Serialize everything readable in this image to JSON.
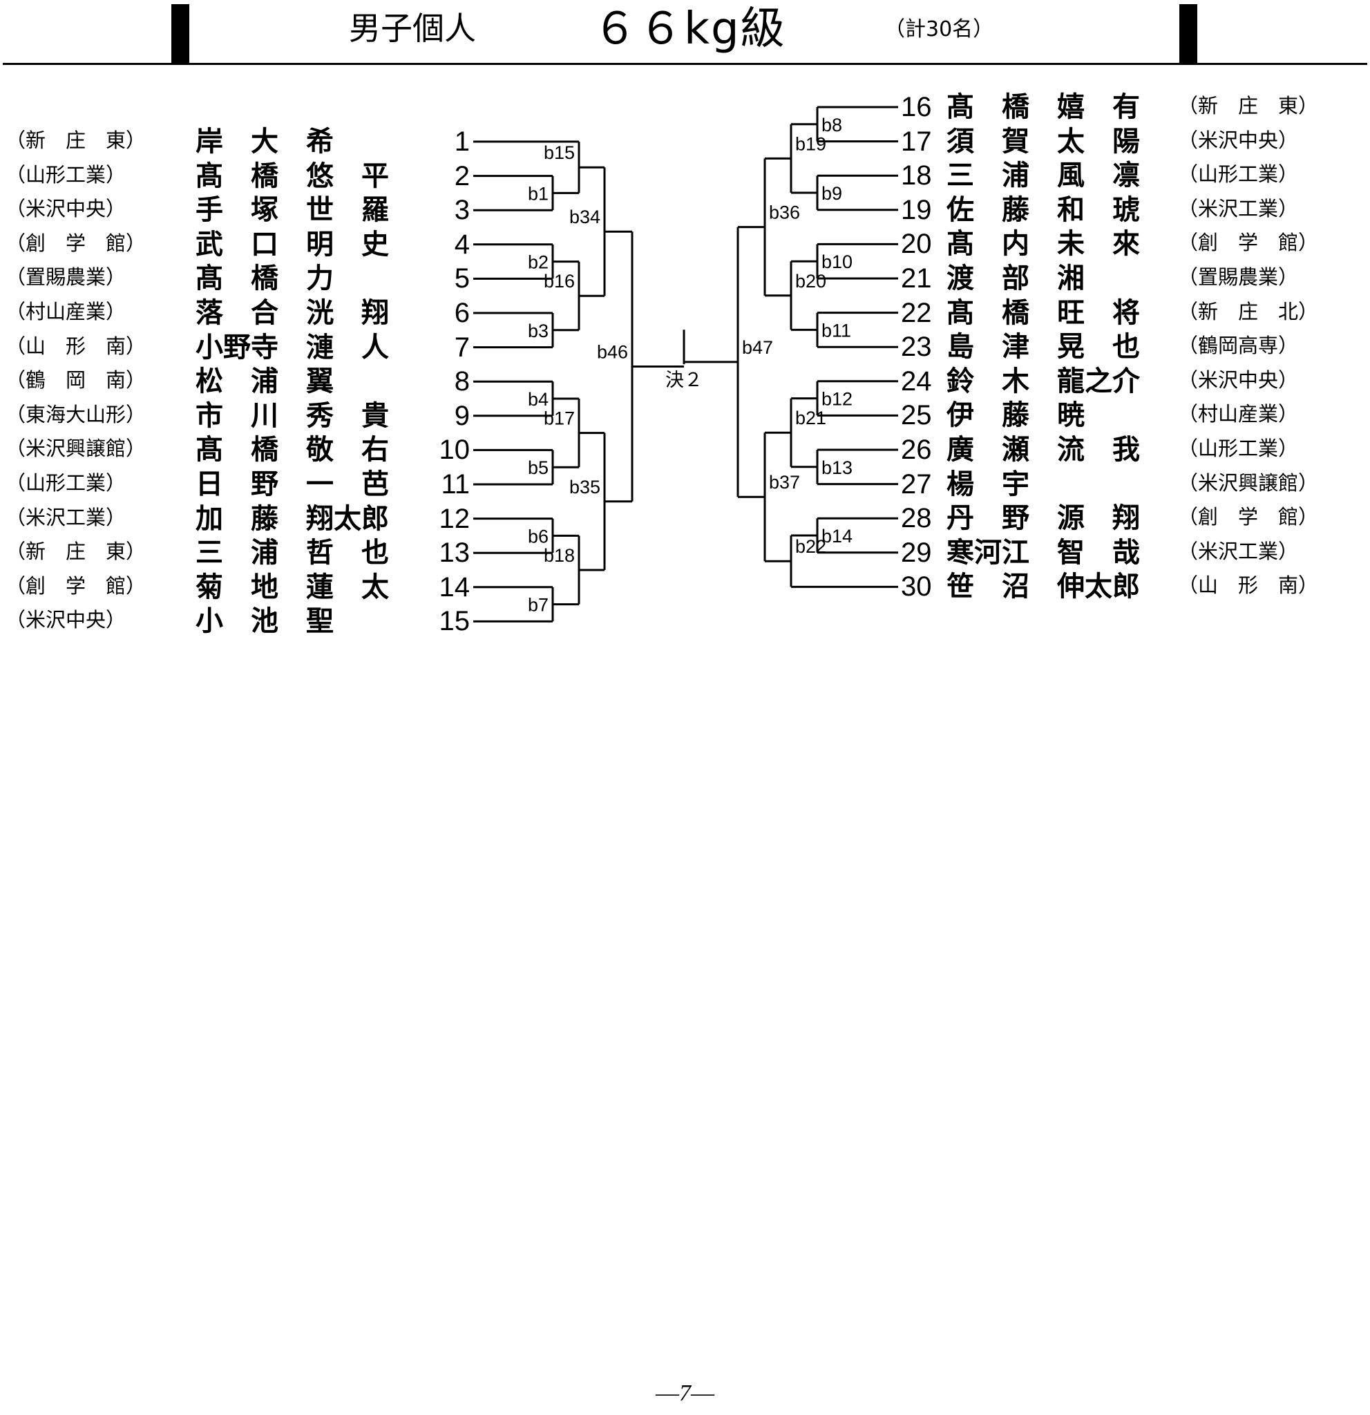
{
  "header": {
    "event": "男子個人",
    "weight_class": "６６kg級",
    "count": "（計30名）"
  },
  "bracket": {
    "left_entries": [
      {
        "no": "1",
        "school": "（新　庄　東）",
        "name": "岸　大　希"
      },
      {
        "no": "2",
        "school": "（山形工業）",
        "name": "髙　橋　悠　平"
      },
      {
        "no": "3",
        "school": "（米沢中央）",
        "name": "手　塚　世　羅"
      },
      {
        "no": "4",
        "school": "（創　学　館）",
        "name": "武　口　明　史"
      },
      {
        "no": "5",
        "school": "（置賜農業）",
        "name": "髙　橋　力"
      },
      {
        "no": "6",
        "school": "（村山産業）",
        "name": "落　合　洸　翔"
      },
      {
        "no": "7",
        "school": "（山　形　南）",
        "name": "小野寺　漣　人"
      },
      {
        "no": "8",
        "school": "（鶴　岡　南）",
        "name": "松　浦　翼"
      },
      {
        "no": "9",
        "school": "（東海大山形）",
        "name": "市　川　秀　貴"
      },
      {
        "no": "10",
        "school": "（米沢興譲館）",
        "name": "髙　橋　敬　右"
      },
      {
        "no": "11",
        "school": "（山形工業）",
        "name": "日　野　一　芭"
      },
      {
        "no": "12",
        "school": "（米沢工業）",
        "name": "加　藤　翔太郎"
      },
      {
        "no": "13",
        "school": "（新　庄　東）",
        "name": "三　浦　哲　也"
      },
      {
        "no": "14",
        "school": "（創　学　館）",
        "name": "菊　地　蓮　太"
      },
      {
        "no": "15",
        "school": "（米沢中央）",
        "name": "小　池　聖"
      }
    ],
    "right_entries": [
      {
        "no": "16",
        "name": "髙　橋　嬉　有",
        "school": "（新　庄　東）"
      },
      {
        "no": "17",
        "name": "須　賀　太　陽",
        "school": "（米沢中央）"
      },
      {
        "no": "18",
        "name": "三　浦　風　凛",
        "school": "（山形工業）"
      },
      {
        "no": "19",
        "name": "佐　藤　和　琥",
        "school": "（米沢工業）"
      },
      {
        "no": "20",
        "name": "髙　内　未　來",
        "school": "（創　学　館）"
      },
      {
        "no": "21",
        "name": "渡　部　湘",
        "school": "（置賜農業）"
      },
      {
        "no": "22",
        "name": "髙　橋　旺　将",
        "school": "（新　庄　北）"
      },
      {
        "no": "23",
        "name": "島　津　晃　也",
        "school": "（鶴岡高専）"
      },
      {
        "no": "24",
        "name": "鈴　木　龍之介",
        "school": "（米沢中央）"
      },
      {
        "no": "25",
        "name": "伊　藤　暁",
        "school": "（村山産業）"
      },
      {
        "no": "26",
        "name": "廣　瀬　流　我",
        "school": "（山形工業）"
      },
      {
        "no": "27",
        "name": "楊　宇",
        "school": "（米沢興譲館）"
      },
      {
        "no": "28",
        "name": "丹　野　源　翔",
        "school": "（創　学　館）"
      },
      {
        "no": "29",
        "name": "寒河江　智　哉",
        "school": "（米沢工業）"
      },
      {
        "no": "30",
        "name": "笹　沼　伸太郎",
        "school": "（山　形　南）"
      }
    ],
    "bouts": {
      "left": {
        "r1": [
          "b1",
          "b2",
          "b3",
          "b4",
          "b5",
          "b6",
          "b7"
        ],
        "r2": [
          "b15",
          "b16",
          "b17",
          "b18"
        ],
        "r3": [
          "b34",
          "b35"
        ],
        "semi": "b46"
      },
      "right": {
        "r1": [
          "b8",
          "b9",
          "b10",
          "b11",
          "b12",
          "b13",
          "b14"
        ],
        "r2": [
          "b19",
          "b20",
          "b21",
          "b22"
        ],
        "r3": [
          "b36",
          "b37"
        ],
        "semi": "b47"
      },
      "final": "決２"
    }
  },
  "footer": {
    "page_number": "―7―"
  }
}
